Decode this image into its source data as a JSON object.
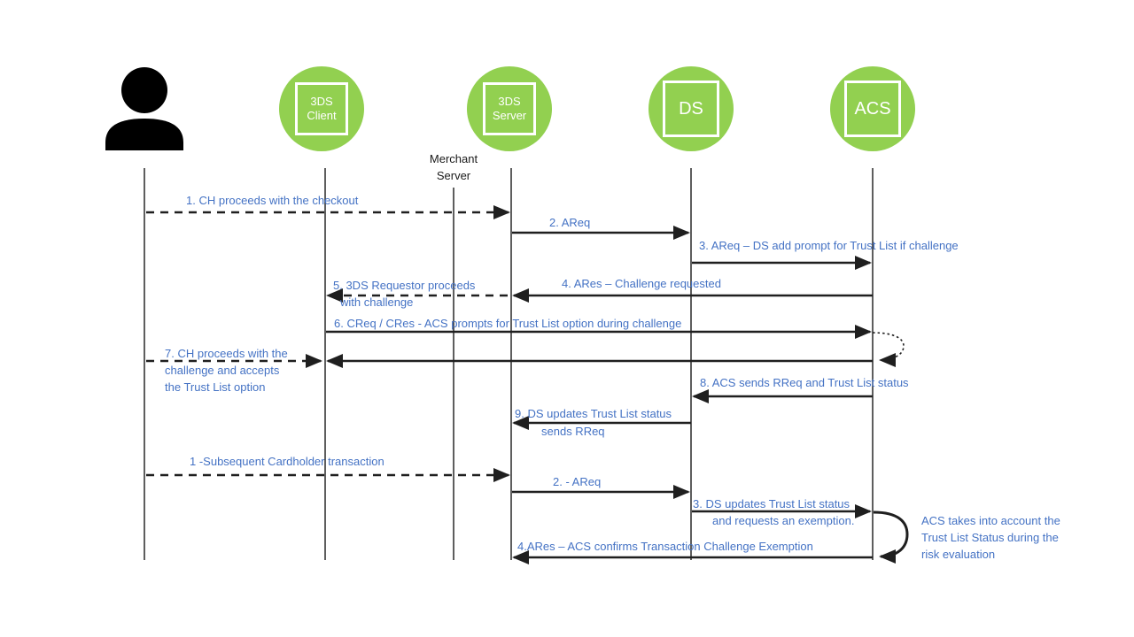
{
  "diagram_title": "3DS Trust List sequence flow",
  "colors": {
    "actor_green": "#92D050",
    "message_blue": "#4472C4",
    "line_black": "#1f1f1f"
  },
  "actors": {
    "cardholder": {
      "icon": "person-icon"
    },
    "client": {
      "line1": "3DS",
      "line2": "Client"
    },
    "server": {
      "line1": "3DS",
      "line2": "Server"
    },
    "merchant": {
      "line1": "Merchant",
      "line2": "Server"
    },
    "ds": {
      "label": "DS"
    },
    "acs": {
      "label": "ACS"
    }
  },
  "messages": {
    "m1": {
      "from": "Cardholder",
      "to": "3DS Server",
      "style": "dashed",
      "lines": [
        "1. CH proceeds with the checkout"
      ]
    },
    "m2": {
      "from": "3DS Server",
      "to": "DS",
      "style": "solid",
      "lines": [
        "2. AReq"
      ]
    },
    "m3": {
      "from": "DS",
      "to": "ACS",
      "style": "solid",
      "lines": [
        "3. AReq – DS add prompt for Trust List if challenge"
      ]
    },
    "m4": {
      "from": "ACS",
      "to": "3DS Server",
      "style": "solid",
      "lines": [
        "4. ARes – Challenge requested"
      ]
    },
    "m5": {
      "from": "3DS Server",
      "to": "3DS Client",
      "style": "dashed",
      "lines": [
        "5. 3DS Requestor proceeds",
        "with challenge"
      ]
    },
    "m6": {
      "from": "3DS Client",
      "to": "ACS",
      "style": "solid",
      "lines": [
        "6. CReq / CRes  - ACS prompts for Trust List option during challenge"
      ]
    },
    "m7": {
      "from": "Cardholder",
      "to": "3DS Client",
      "style": "dashed",
      "lines": [
        "7. CH proceeds with the",
        "challenge and accepts",
        "the Trust List option"
      ]
    },
    "m8": {
      "from": "ACS",
      "to": "DS",
      "style": "solid",
      "lines": [
        "8. ACS sends RReq and Trust List status"
      ]
    },
    "m9": {
      "from": "DS",
      "to": "3DS Server",
      "style": "solid",
      "lines": [
        "9. DS updates Trust List status",
        "sends  RReq"
      ]
    },
    "s1": {
      "from": "Cardholder",
      "to": "3DS Server",
      "style": "dashed",
      "lines": [
        "1 -Subsequent Cardholder transaction"
      ]
    },
    "s2": {
      "from": "3DS Server",
      "to": "DS",
      "style": "solid",
      "lines": [
        "2. - AReq"
      ]
    },
    "s3": {
      "from": "DS",
      "to": "ACS",
      "style": "solid",
      "lines": [
        "3. DS updates Trust List status",
        "and requests an exemption."
      ]
    },
    "s4": {
      "from": "ACS",
      "to": "3DS Server",
      "style": "solid",
      "lines": [
        "4.ARes – ACS confirms Transaction Challenge Exemption"
      ]
    },
    "note": {
      "lines": [
        "ACS takes into account the",
        "Trust List Status during the",
        "risk evaluation"
      ]
    }
  }
}
